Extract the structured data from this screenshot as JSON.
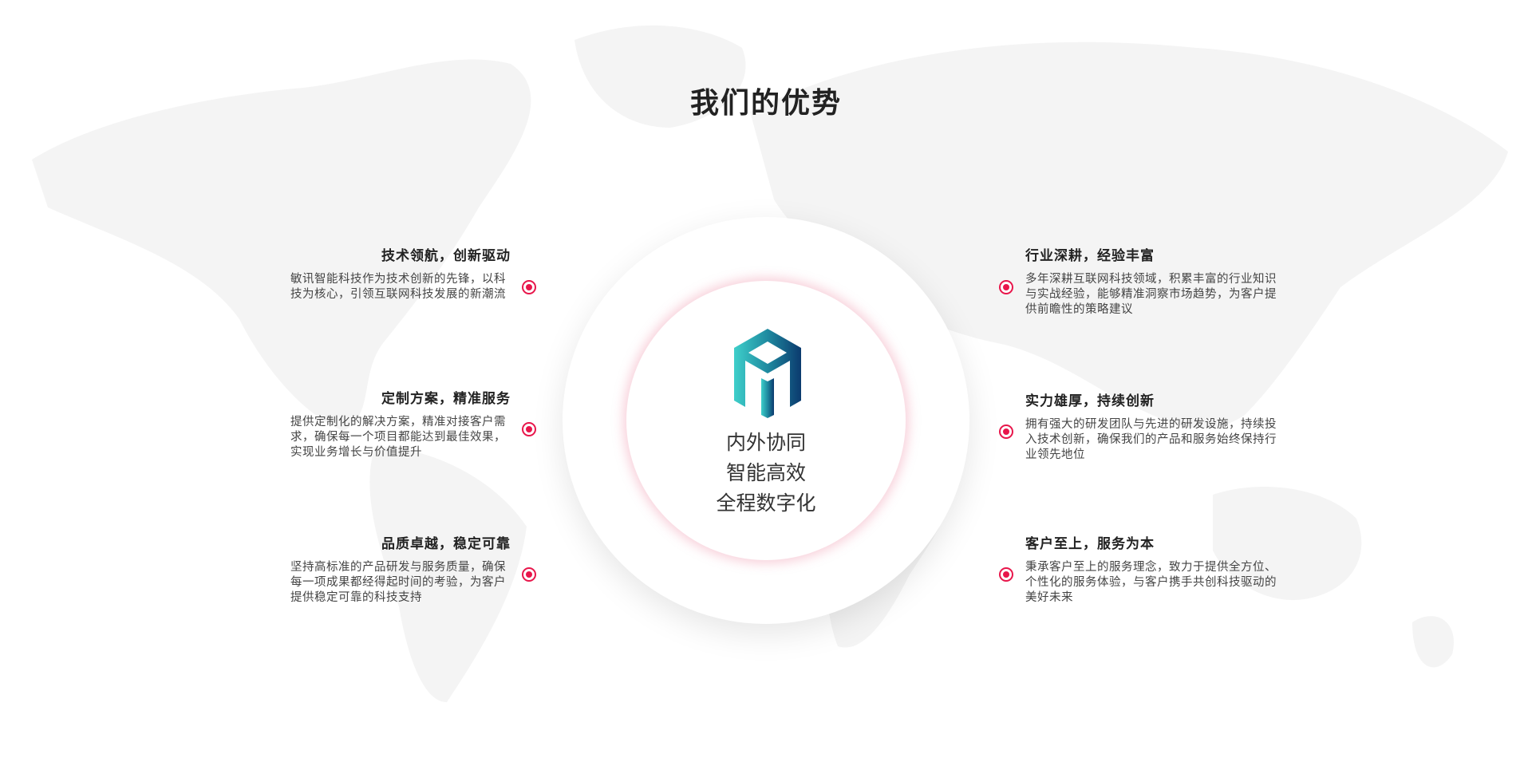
{
  "title": "我们的优势",
  "center": {
    "logo_icon": "cube-m-logo",
    "lines": [
      "内外协同",
      "智能高效",
      "全程数字化"
    ]
  },
  "left_items": [
    {
      "heading": "技术领航，创新驱动",
      "body": "敏讯智能科技作为技术创新的先锋，以科技为核心，引领互联网科技发展的新潮流"
    },
    {
      "heading": "定制方案，精准服务",
      "body": "提供定制化的解决方案，精准对接客户需求，确保每一个项目都能达到最佳效果，实现业务增长与价值提升"
    },
    {
      "heading": "品质卓越，稳定可靠",
      "body": "坚持高标准的产品研发与服务质量，确保每一项成果都经得起时间的考验，为客户提供稳定可靠的科技支持"
    }
  ],
  "right_items": [
    {
      "heading": "行业深耕，经验丰富",
      "body": "多年深耕互联网科技领域，积累丰富的行业知识与实战经验，能够精准洞察市场趋势，为客户提供前瞻性的策略建议"
    },
    {
      "heading": "实力雄厚，持续创新",
      "body": "拥有强大的研发团队与先进的研发设施，持续投入技术创新，确保我们的产品和服务始终保持行业领先地位"
    },
    {
      "heading": "客户至上，服务为本",
      "body": "秉承客户至上的服务理念，致力于提供全方位、个性化的服务体验，与客户携手共创科技驱动的美好未来"
    }
  ],
  "colors": {
    "accent": "#e8164b",
    "map": "#f3f3f3",
    "logo_start": "#3ecfca",
    "logo_end": "#0b3a6e"
  }
}
